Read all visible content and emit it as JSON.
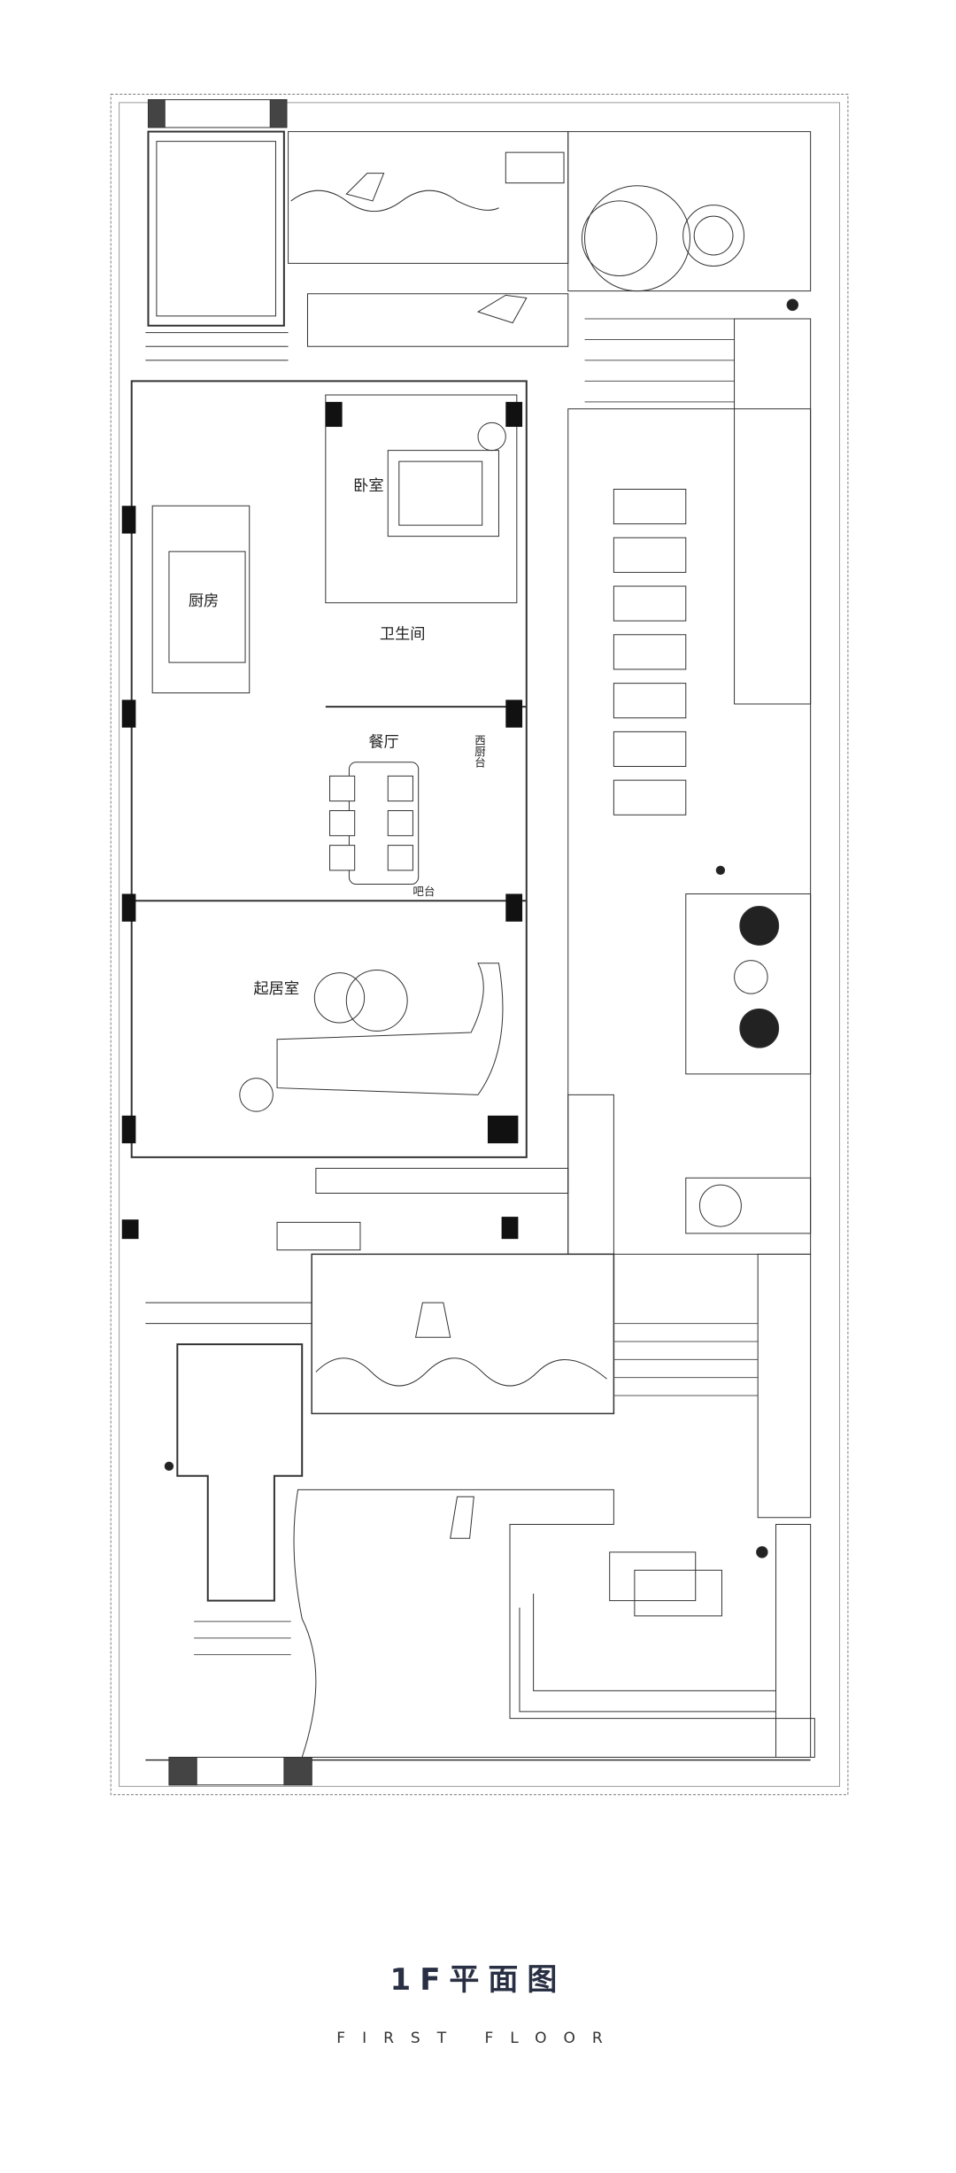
{
  "plan": {
    "rooms": {
      "bedroom": "卧室",
      "kitchen": "厨房",
      "bathroom": "卫生间",
      "dining": "餐厅",
      "living": "起居室",
      "bar": "吧台",
      "western_kitchen": "西厨台"
    }
  },
  "title": "1F平面图",
  "subtitle": "FIRST FLOOR"
}
